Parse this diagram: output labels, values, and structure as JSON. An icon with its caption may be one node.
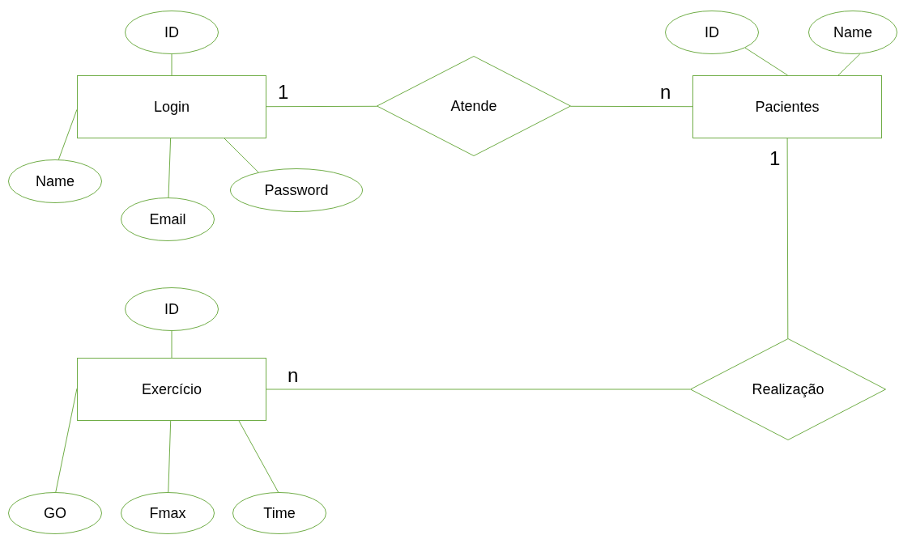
{
  "diagram": {
    "nodes": [
      {
        "text": [
          "ID"
        ]
      },
      {
        "text": [
          "ID"
        ]
      },
      {
        "text": [
          "Name"
        ]
      },
      {
        "text": [
          "Login"
        ]
      },
      {
        "text": [
          "Atende"
        ]
      },
      {
        "text": [
          "Pacientes"
        ]
      },
      {
        "text": [
          "Name"
        ]
      },
      {
        "text": [
          "Password"
        ]
      },
      {
        "text": [
          "Email"
        ]
      },
      {
        "text": [
          "ID"
        ]
      },
      {
        "text": [
          "Exercício"
        ]
      },
      {
        "text": [
          "Realização"
        ]
      },
      {
        "text": [
          "GO"
        ]
      },
      {
        "text": [
          "Fmax"
        ]
      },
      {
        "text": [
          "Time"
        ]
      }
    ],
    "edges": [
      {
        "from": 3,
        "to": 0,
        "arrow": "none"
      },
      {
        "from": 3,
        "to": 6,
        "arrow": "none"
      },
      {
        "from": 3,
        "to": 8,
        "arrow": "none"
      },
      {
        "from": 3,
        "to": 7,
        "arrow": "none"
      },
      {
        "from": 5,
        "to": 1,
        "arrow": "none"
      },
      {
        "from": 5,
        "to": 2,
        "arrow": "none"
      },
      {
        "from": 3,
        "to": 4,
        "arrow": "none"
      },
      {
        "from": 4,
        "to": 5,
        "arrow": "none"
      },
      {
        "from": 5,
        "to": 11,
        "arrow": "none"
      },
      {
        "from": 10,
        "to": 9,
        "arrow": "none"
      },
      {
        "from": 10,
        "to": 12,
        "arrow": "none"
      },
      {
        "from": 10,
        "to": 13,
        "arrow": "none"
      },
      {
        "from": 10,
        "to": 14,
        "arrow": "none"
      },
      {
        "from": 10,
        "to": 11,
        "arrow": "none"
      }
    ],
    "labels": [
      "1",
      "n",
      "1",
      "n"
    ]
  }
}
